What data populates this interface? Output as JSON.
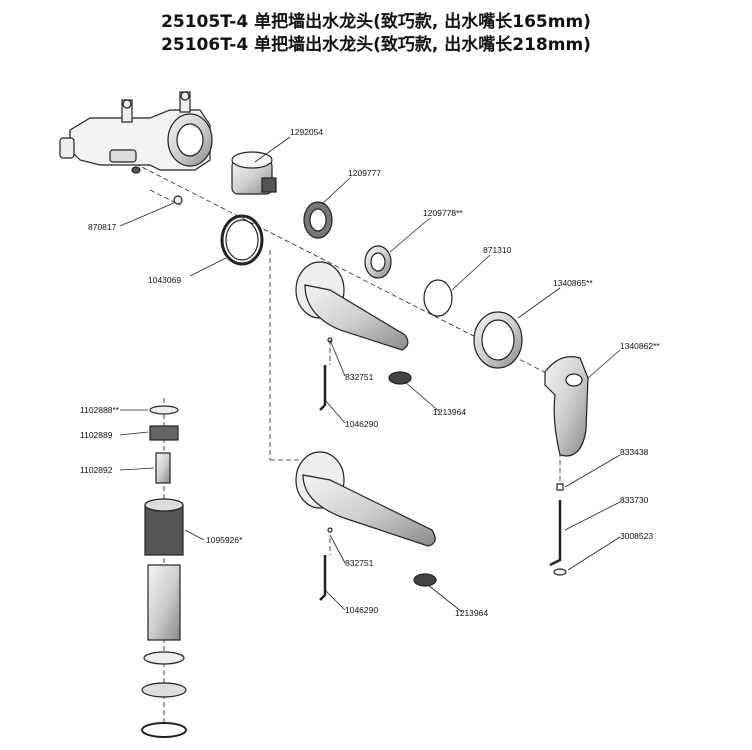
{
  "header": {
    "line1": "25105T-4    单把墙出水龙头(致巧款, 出水嘴长165mm)",
    "line2": "25106T-4    单把墙出水龙头(致巧款, 出水嘴长218mm)"
  },
  "parts": {
    "p1292054": "1292054",
    "p1209777": "1209777",
    "p870817": "870817",
    "p1209778": "1209778**",
    "p1043069": "1043069",
    "p871310": "871310",
    "p1340865": "1340865**",
    "p1340862": "1340862**",
    "p832751a": "832751",
    "p1046290a": "1046290",
    "p1213964a": "1213964",
    "p1102888": "1102888**",
    "p1102889": "1102889",
    "p1102892": "1102892",
    "p1095926": "1095926*",
    "p833438": "833438",
    "p833730": "833730",
    "p3008523": "3008523",
    "p832751b": "832751",
    "p1046290b": "1046290",
    "p1213964b": "1213964"
  },
  "colors": {
    "line": "#222222",
    "label": "#111111"
  }
}
